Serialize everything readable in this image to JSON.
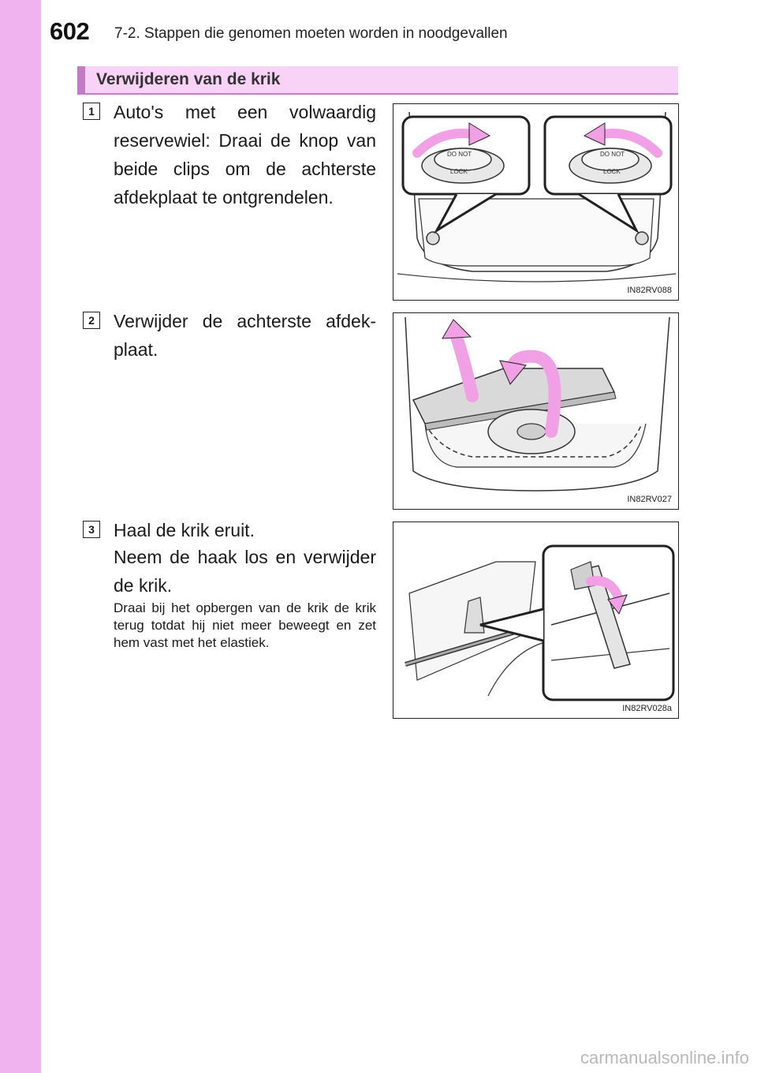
{
  "header": {
    "page_number": "602",
    "chapter": "7-2. Stappen die genomen moeten worden in noodgevallen"
  },
  "section": {
    "title": "Verwijderen van de krik"
  },
  "steps": [
    {
      "number": "1",
      "text": "Auto's met een volwaardig reservewiel: Draai de knop van beide clips om de achterste afdekplaat te ontgrendelen.",
      "figure_code": "IN82RV088",
      "figure_labels": [
        "DO NOT",
        "LOCK",
        "DO NOT",
        "LOCK"
      ]
    },
    {
      "number": "2",
      "text": "Verwijder de achterste afdek-plaat.",
      "figure_code": "IN82RV027"
    },
    {
      "number": "3",
      "text_line1": "Haal de krik eruit.",
      "text_line2": "Neem de haak los en verwijder de krik.",
      "note": "Draai bij het opbergen van de krik de krik terug totdat hij niet meer beweegt en zet hem vast met het elastiek.",
      "figure_code": "IN82RV028a"
    }
  ],
  "watermark": "carmanualsonline.info",
  "colors": {
    "side_band": "#f0b3ef",
    "header_fill": "#f9d2f7",
    "header_accent": "#c27cc4",
    "arrow_pink": "#f2a0e6"
  }
}
